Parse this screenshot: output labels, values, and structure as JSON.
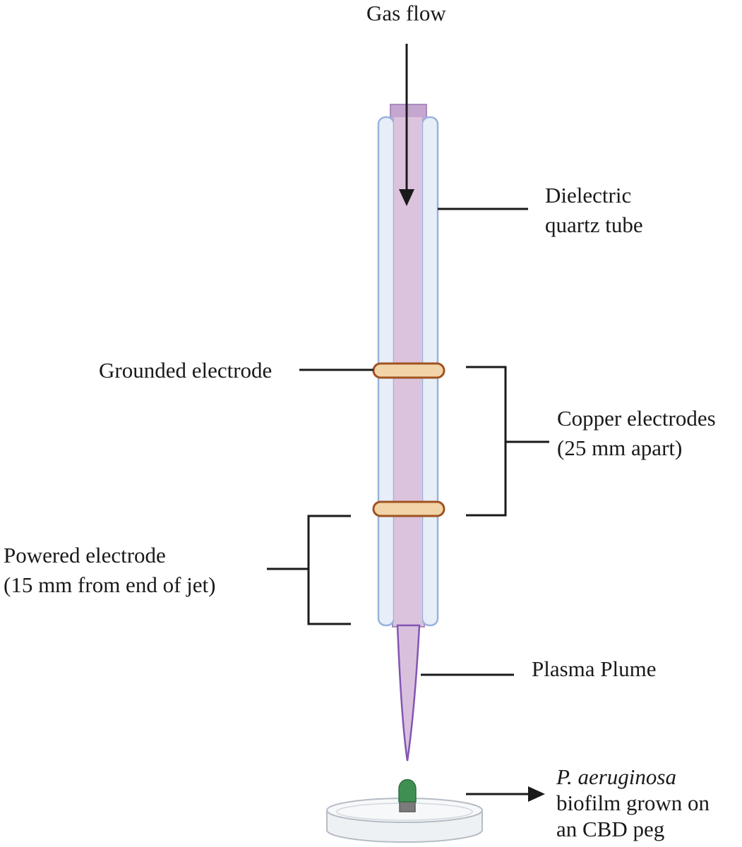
{
  "labels": {
    "gas_flow": "Gas flow",
    "dielectric_line1": "Dielectric",
    "dielectric_line2": "quartz tube",
    "grounded": "Grounded electrode",
    "copper_line1": "Copper electrodes",
    "copper_line2": "(25 mm apart)",
    "powered_line1": "Powered electrode",
    "powered_line2": "(15 mm from  end of jet)",
    "plume": "Plasma Plume",
    "biofilm_species": "P. aeruginosa",
    "biofilm_line2": "biofilm grown on",
    "biofilm_line3": "an CBD peg"
  },
  "colors": {
    "gas_fill": "#dcc3dd",
    "gas_outline": "#a98bc0",
    "tube_fill": "#e7eef8",
    "tube_outline": "#98b3dd",
    "electrode_fill": "#f2d4a8",
    "electrode_outline": "#a0521f",
    "plume_outline": "#8256b3",
    "peg_green": "#3f8f52",
    "peg_base": "#7b7b7b",
    "line": "#1a1a1a"
  }
}
